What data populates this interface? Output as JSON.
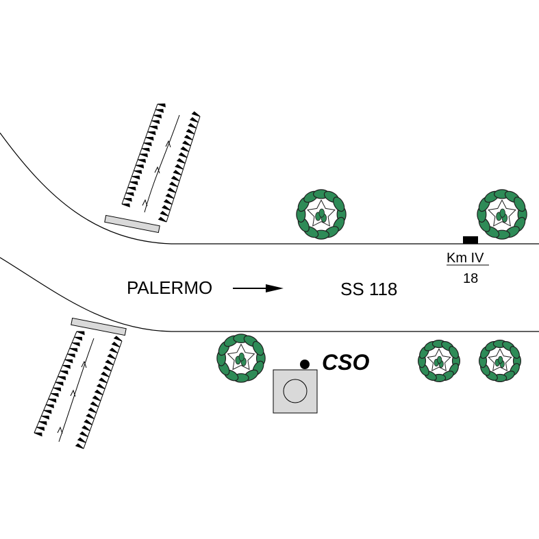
{
  "direction_label": "PALERMO",
  "road_label": "SS 118",
  "kilometer_marker": {
    "label": "Km IV",
    "value": "18"
  },
  "station_label": "CSO",
  "colors": {
    "background": "#ffffff",
    "line": "#000000",
    "tree_fill": "#2e8b57",
    "tree_outline": "#1f1f1f",
    "bridge_rail": "#d9d9d9",
    "station_box": "#d9d9d9"
  },
  "icons": [
    "tree-icon",
    "bridge-icon",
    "station-box-icon",
    "arrow-icon",
    "marker-post-icon"
  ]
}
